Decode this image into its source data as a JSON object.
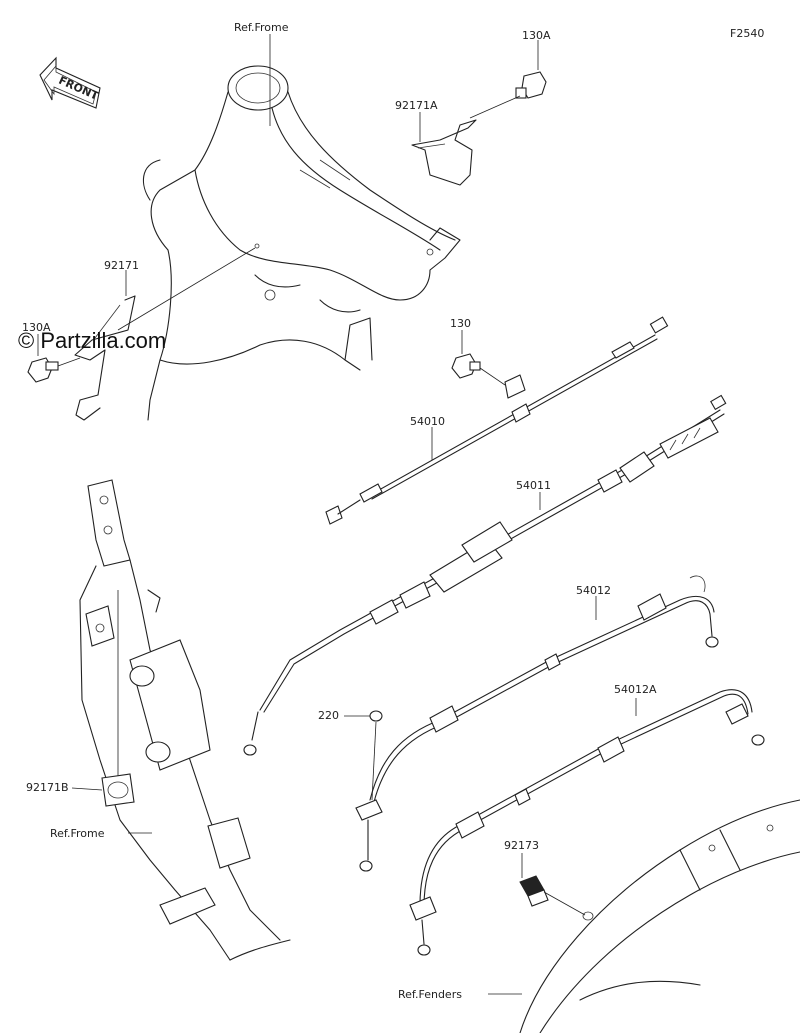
{
  "figure_code": "F2540",
  "watermark": "© Partzilla.com",
  "front_arrow": "FRONT",
  "labels": {
    "ref_frame_top": "Ref.Frome",
    "p130a_top": "130A",
    "p92171a": "92171A",
    "p92171": "92171",
    "p130a_left": "130A",
    "p130": "130",
    "p54010": "54010",
    "p54011": "54011",
    "p54012": "54012",
    "p54012a": "54012A",
    "p220": "220",
    "p92171b": "92171B",
    "ref_frame_bottom": "Ref.Frome",
    "p92173": "92173",
    "ref_fenders": "Ref.Fenders"
  }
}
